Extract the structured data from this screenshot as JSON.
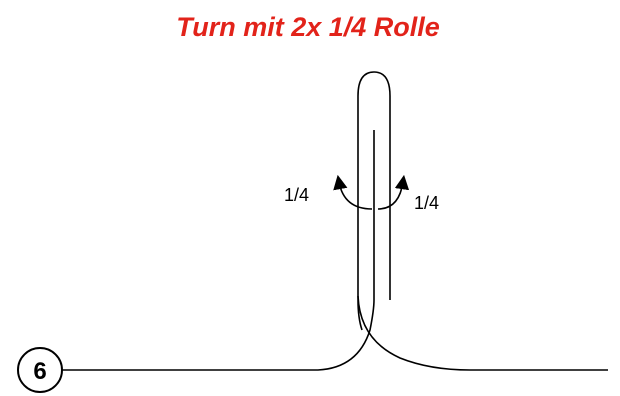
{
  "title": "Turn mit 2x 1/4 Rolle",
  "figure_number": "6",
  "roll_labels": {
    "left": "1/4",
    "right": "1/4"
  },
  "colors": {
    "title": "#e2231a",
    "line": "#000000",
    "background": "#ffffff"
  },
  "icons": {
    "left_arrow": "curved-arrow-up-icon",
    "right_arrow": "curved-arrow-up-icon"
  }
}
